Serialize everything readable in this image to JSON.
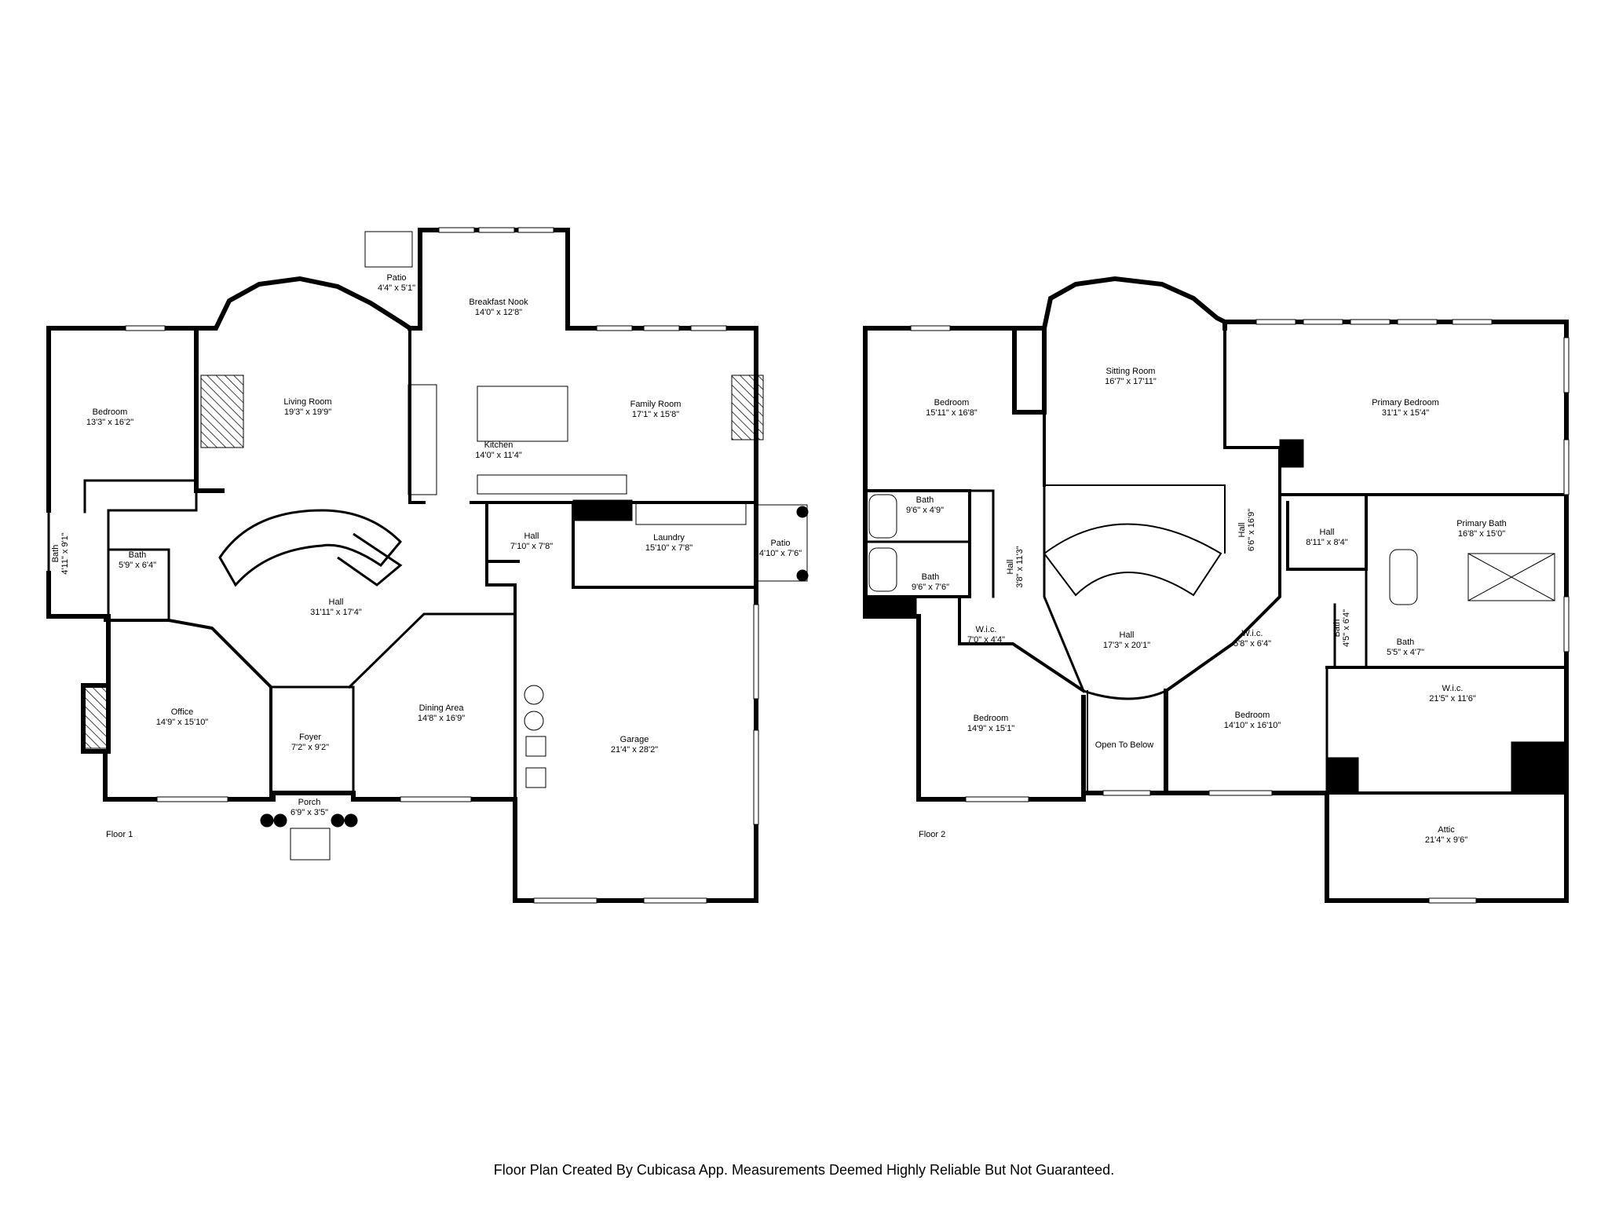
{
  "floor1": {
    "label": "Floor 1",
    "rooms": [
      {
        "id": "breakfast-nook",
        "name": "Breakfast Nook",
        "dims": "14'0\" x 12'8\""
      },
      {
        "id": "patio-top",
        "name": "Patio",
        "dims": "4'4\" x 5'1\""
      },
      {
        "id": "bedroom",
        "name": "Bedroom",
        "dims": "13'3\" x 16'2\""
      },
      {
        "id": "living-room",
        "name": "Living Room",
        "dims": "19'3\" x 19'9\""
      },
      {
        "id": "family-room",
        "name": "Family Room",
        "dims": "17'1\" x 15'8\""
      },
      {
        "id": "kitchen",
        "name": "Kitchen",
        "dims": "14'0\" x 11'4\""
      },
      {
        "id": "hall-small",
        "name": "Hall",
        "dims": "7'10\" x 7'8\""
      },
      {
        "id": "laundry",
        "name": "Laundry",
        "dims": "15'10\" x 7'8\""
      },
      {
        "id": "patio-side",
        "name": "Patio",
        "dims": "4'10\" x 7'6\""
      },
      {
        "id": "bath-vertical",
        "name": "Bath",
        "dims": "4'11\" x 9'1\""
      },
      {
        "id": "bath",
        "name": "Bath",
        "dims": "5'9\" x 6'4\""
      },
      {
        "id": "hall-main",
        "name": "Hall",
        "dims": "31'11\" x 17'4\""
      },
      {
        "id": "office",
        "name": "Office",
        "dims": "14'9\" x 15'10\""
      },
      {
        "id": "dining-area",
        "name": "Dining Area",
        "dims": "14'8\" x 16'9\""
      },
      {
        "id": "garage",
        "name": "Garage",
        "dims": "21'4\" x 28'2\""
      },
      {
        "id": "foyer",
        "name": "Foyer",
        "dims": "7'2\" x 9'2\""
      },
      {
        "id": "porch",
        "name": "Porch",
        "dims": "6'9\" x 3'5\""
      }
    ]
  },
  "floor2": {
    "label": "Floor 2",
    "rooms": [
      {
        "id": "bedroom-nw",
        "name": "Bedroom",
        "dims": "15'11\" x 16'8\""
      },
      {
        "id": "sitting-room",
        "name": "Sitting Room",
        "dims": "16'7\" x 17'11\""
      },
      {
        "id": "primary-bedroom",
        "name": "Primary Bedroom",
        "dims": "31'1\" x 15'4\""
      },
      {
        "id": "bath-a",
        "name": "Bath",
        "dims": "9'6\" x 4'9\""
      },
      {
        "id": "bath-b",
        "name": "Bath",
        "dims": "9'6\" x 7'6\""
      },
      {
        "id": "hall-vertical",
        "name": "Hall",
        "dims": "3'8\" x 11'3\""
      },
      {
        "id": "hall-right-vertical",
        "name": "Hall",
        "dims": "6'6\" x 16'9\""
      },
      {
        "id": "hall-small",
        "name": "Hall",
        "dims": "8'11\" x 8'4\""
      },
      {
        "id": "primary-bath",
        "name": "Primary Bath",
        "dims": "16'8\" x 15'0\""
      },
      {
        "id": "wic-left",
        "name": "W.i.c.",
        "dims": "7'0\" x 4'4\""
      },
      {
        "id": "hall-center",
        "name": "Hall",
        "dims": "17'3\" x 20'1\""
      },
      {
        "id": "wic-mid",
        "name": "W.i.c.",
        "dims": "5'8\" x 6'4\""
      },
      {
        "id": "bath-c",
        "name": "Bath",
        "dims": "4'5\" x 6'4\""
      },
      {
        "id": "bath-d",
        "name": "Bath",
        "dims": "5'5\" x 4'7\""
      },
      {
        "id": "wic-large",
        "name": "W.i.c.",
        "dims": "21'5\" x 11'6\""
      },
      {
        "id": "bedroom-sw",
        "name": "Bedroom",
        "dims": "14'9\" x 15'1\""
      },
      {
        "id": "open-to-below",
        "name": "Open To Below",
        "dims": ""
      },
      {
        "id": "bedroom-se",
        "name": "Bedroom",
        "dims": "14'10\" x 16'10\""
      },
      {
        "id": "attic",
        "name": "Attic",
        "dims": "21'4\" x 9'6\""
      }
    ]
  },
  "disclaimer": "Floor Plan Created By Cubicasa App. Measurements Deemed Highly Reliable But Not Guaranteed."
}
